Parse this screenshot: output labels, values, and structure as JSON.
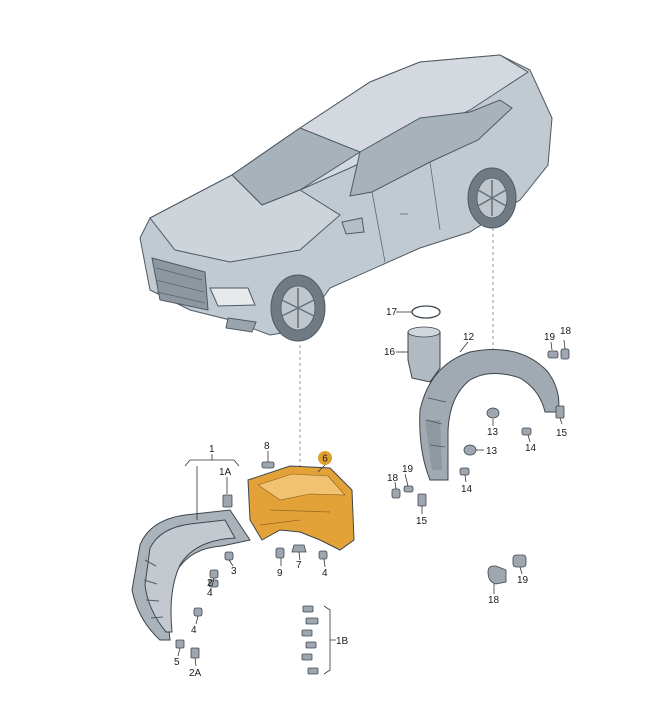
{
  "colors": {
    "car_body": "#c4ccd3",
    "car_glass": "#a9b4bd",
    "liner_grey": "#a9b1b9",
    "highlight_part": "#e3a63a",
    "callout_badge": "#e0a030"
  },
  "labels": {
    "p1": "1",
    "p1a": "1A",
    "p1b": "1B",
    "p2": "2",
    "p2a": "2A",
    "p3": "3",
    "p4a": "4",
    "p4b": "4",
    "p4c": "4",
    "p5": "5",
    "p6": "6",
    "p7": "7",
    "p8": "8",
    "p9": "9",
    "p12": "12",
    "p13a": "13",
    "p13b": "13",
    "p14a": "14",
    "p14b": "14",
    "p15a": "15",
    "p15b": "15",
    "p16": "16",
    "p17": "17",
    "p18a": "18",
    "p18b": "18",
    "p19a": "19",
    "p19b": "19",
    "p19c": "19"
  }
}
